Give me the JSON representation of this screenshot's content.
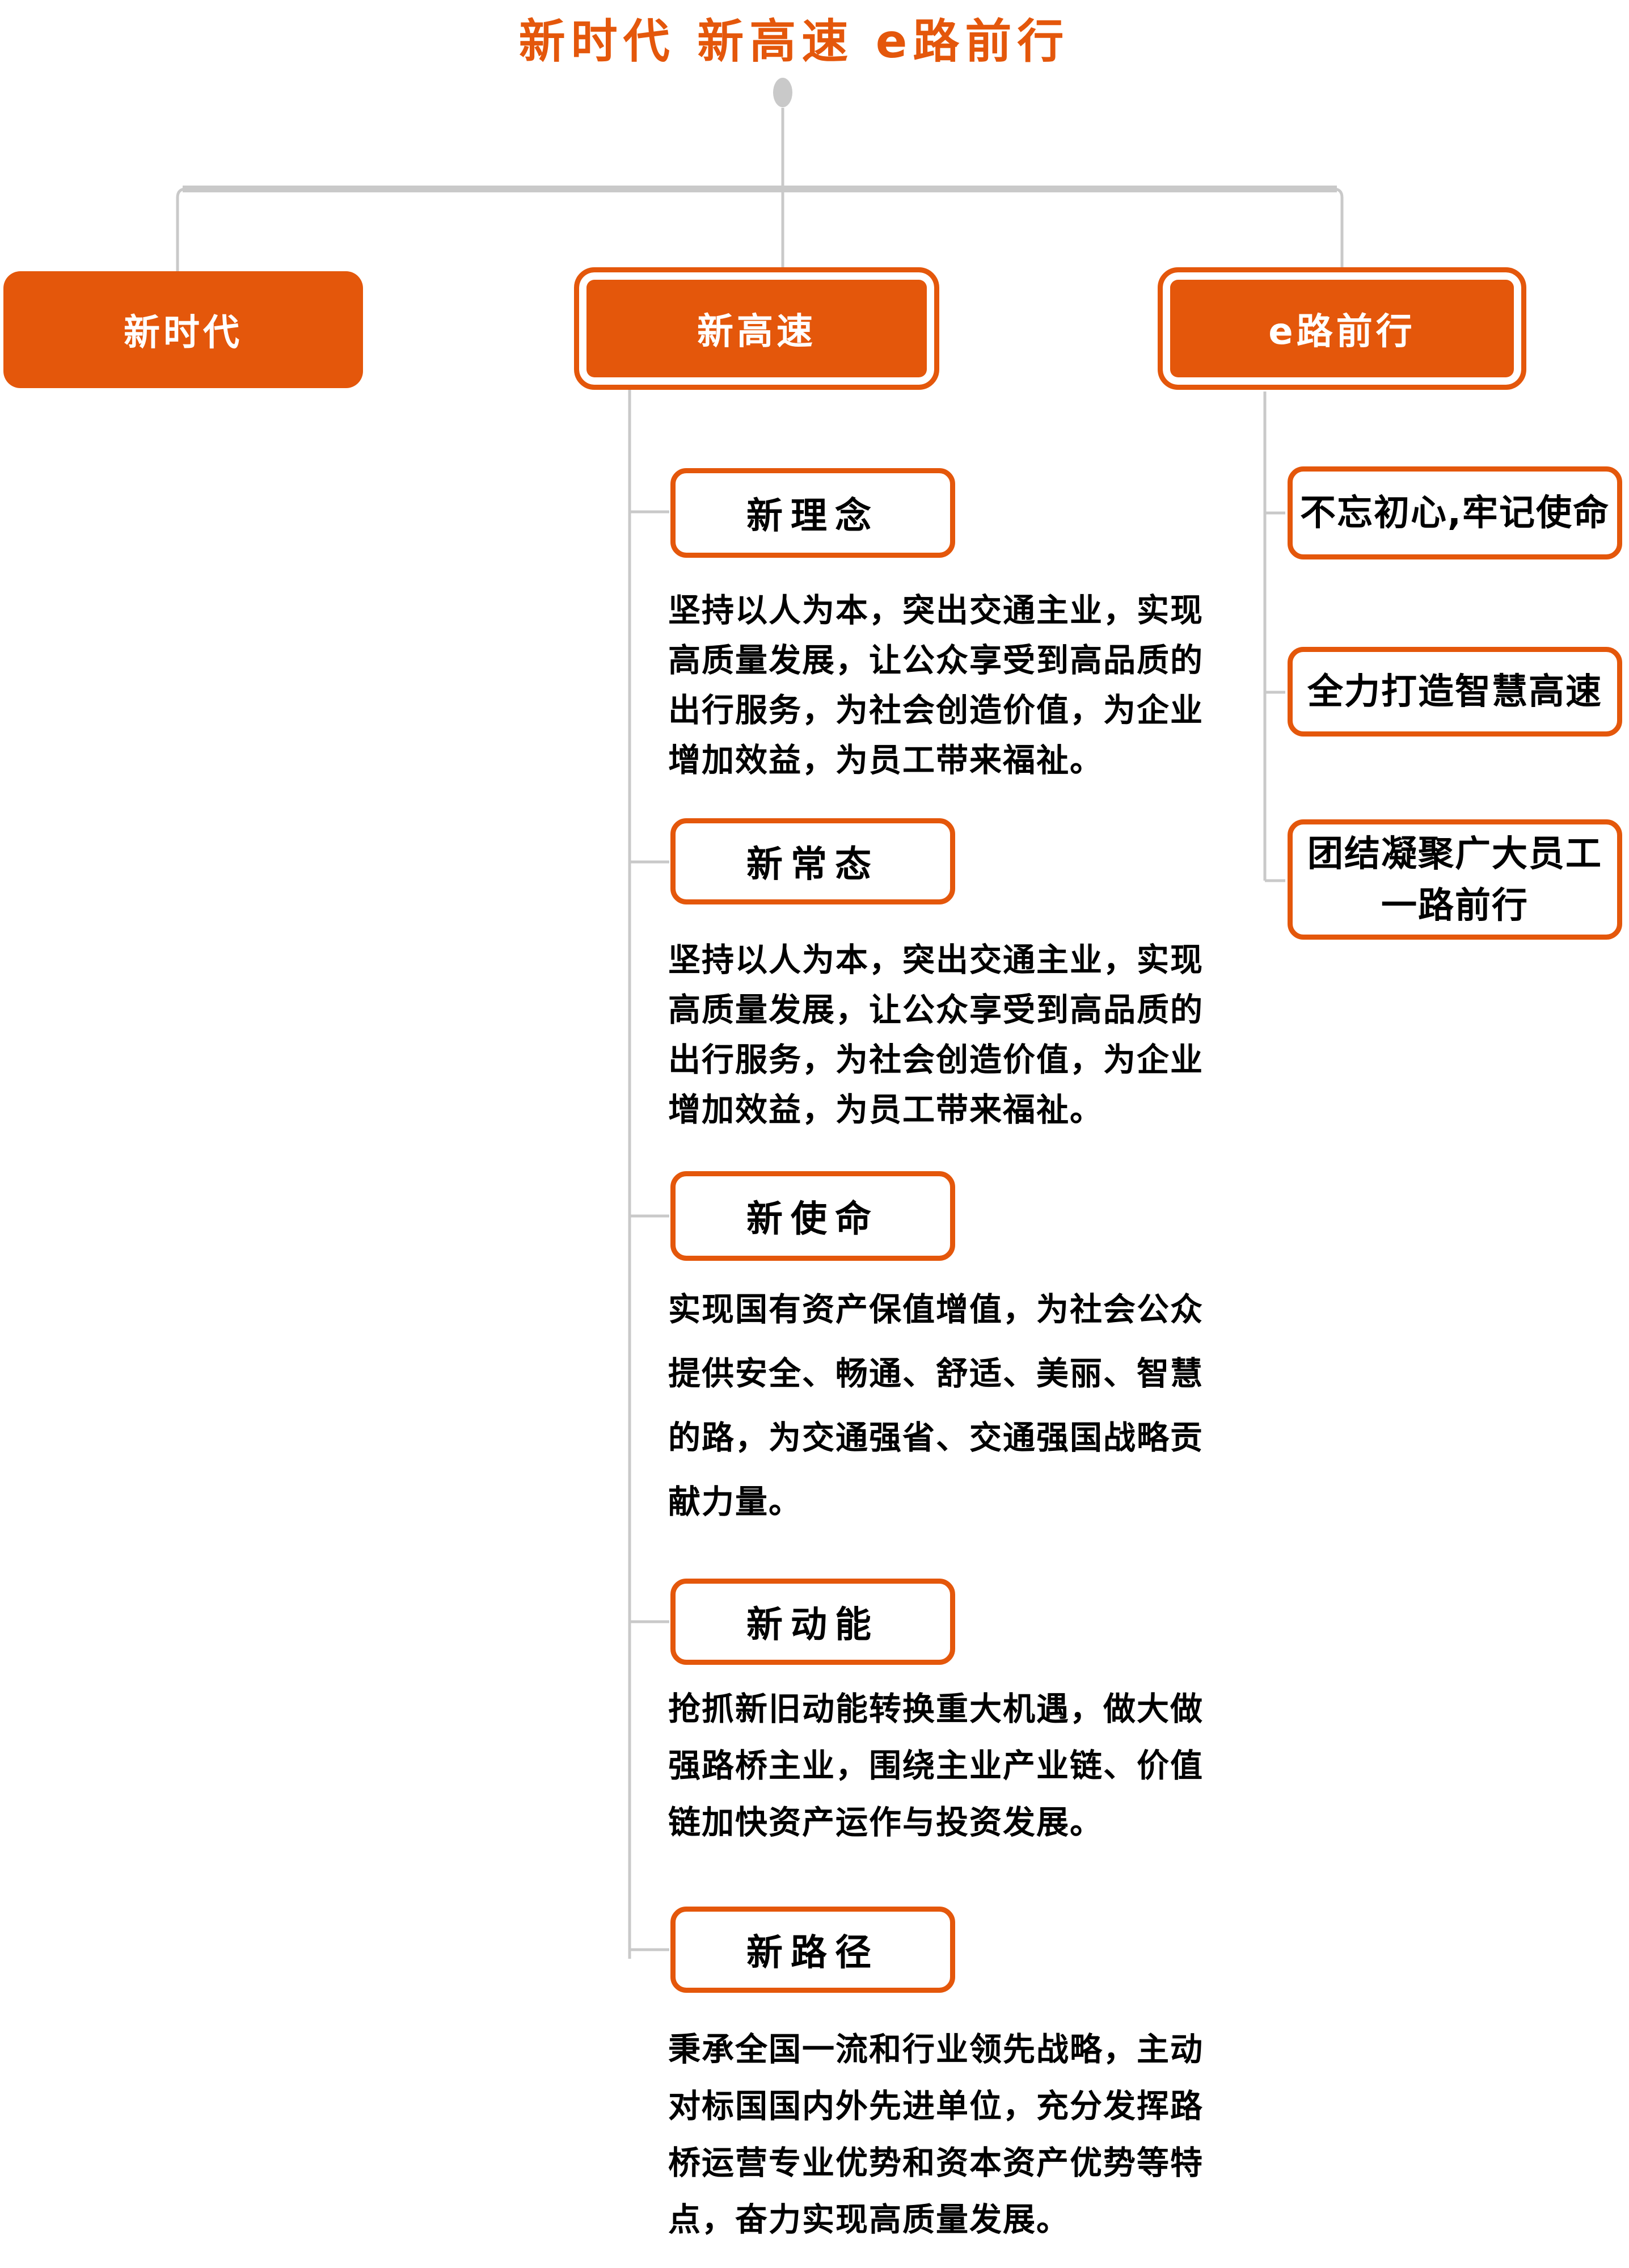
{
  "title": "新时代 新高速 e路前行",
  "colors": {
    "orange": "#E4570B",
    "connector_gray": "#C9C9C9",
    "text": "#000000",
    "root_text": "#FFFFFF"
  },
  "root_nodes": {
    "era": "新时代",
    "highway": "新高速",
    "forward": "e路前行"
  },
  "highway_branch": {
    "sections": [
      {
        "title": "新理念",
        "lines": [
          "坚持以人为本，突出交通主业，实现",
          "高质量发展，让公众享受到高品质的",
          "出行服务，为社会创造价值，为企业",
          "增加效益，为员工带来福祉。"
        ]
      },
      {
        "title": "新常态",
        "lines": [
          "坚持以人为本，突出交通主业，实现",
          "高质量发展，让公众享受到高品质的",
          "出行服务，为社会创造价值，为企业",
          "增加效益，为员工带来福祉。"
        ]
      },
      {
        "title": "新使命",
        "lines": [
          "实现国有资产保值增值，为社会公众",
          "提供安全、畅通、舒适、美丽、智慧",
          "的路，为交通强省、交通强国战略贡",
          "献力量。"
        ]
      },
      {
        "title": "新动能",
        "lines": [
          "抢抓新旧动能转换重大机遇，做大做",
          "强路桥主业，围绕主业产业链、价值",
          "链加快资产运作与投资发展。"
        ]
      },
      {
        "title": "新路径",
        "lines": [
          "秉承全国一流和行业领先战略，主动",
          "对标国国内外先进单位，充分发挥路",
          "桥运营专业优势和资本资产优势等特",
          "点，奋力实现高质量发展。"
        ]
      }
    ]
  },
  "forward_branch": {
    "items": [
      {
        "lines": [
          "不忘初心,牢记使命"
        ]
      },
      {
        "lines": [
          "全力打造智慧高速"
        ]
      },
      {
        "lines": [
          "团结凝聚广大员工",
          "一路前行"
        ]
      }
    ]
  }
}
